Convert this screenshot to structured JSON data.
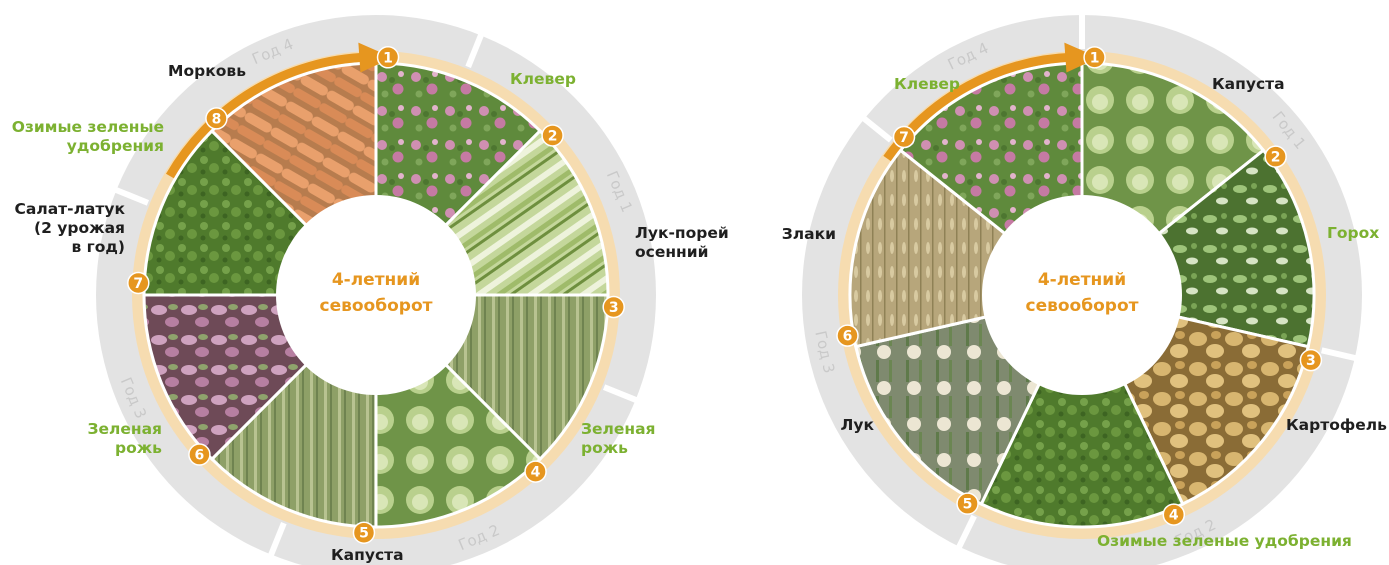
{
  "colors": {
    "accent_orange": "#e6961f",
    "green_crop": "#7cb131",
    "dark_crop": "#1f1f1f",
    "year_ring": "#e3e3e3",
    "inner_ring": "#f6dcb0",
    "year_text": "#c9c9c9"
  },
  "left": {
    "center_title": [
      "4-летний",
      "севооборот"
    ],
    "years": [
      "Год 1",
      "Год 2",
      "Год 3",
      "Год 4"
    ],
    "crops": [
      {
        "num": "1",
        "lines": [
          "Клевер"
        ],
        "tone": "green",
        "photo": "clover"
      },
      {
        "num": "2",
        "lines": [
          "Лук-порей",
          "осенний"
        ],
        "tone": "dark",
        "photo": "leek"
      },
      {
        "num": "3",
        "lines": [
          "Зеленая",
          "рожь"
        ],
        "tone": "green",
        "photo": "rye"
      },
      {
        "num": "4",
        "lines": [
          "Капуста"
        ],
        "tone": "dark",
        "photo": "cabbage"
      },
      {
        "num": "5",
        "lines": [
          "Зеленая",
          "рожь"
        ],
        "tone": "green",
        "photo": "rye"
      },
      {
        "num": "6",
        "lines": [
          "Салат-латук",
          "(2 урожая",
          "в год)"
        ],
        "tone": "dark",
        "photo": "lettuce"
      },
      {
        "num": "7",
        "lines": [
          "Озимые зеленые",
          "удобрения"
        ],
        "tone": "green",
        "photo": "green-manure"
      },
      {
        "num": "8",
        "lines": [
          "Морковь"
        ],
        "tone": "dark",
        "photo": "carrot"
      }
    ]
  },
  "right": {
    "center_title": [
      "4-летний",
      "севооборот"
    ],
    "years": [
      "Год 1",
      "Год 2",
      "Год 3",
      "Год 4"
    ],
    "crops": [
      {
        "num": "1",
        "lines": [
          "Капуста"
        ],
        "tone": "dark",
        "photo": "cabbage"
      },
      {
        "num": "2",
        "lines": [
          "Горох"
        ],
        "tone": "green",
        "photo": "pea"
      },
      {
        "num": "3",
        "lines": [
          "Картофель"
        ],
        "tone": "dark",
        "photo": "potato"
      },
      {
        "num": "4",
        "lines": [
          "Озимые зеленые удобрения"
        ],
        "tone": "green",
        "photo": "green-manure"
      },
      {
        "num": "5",
        "lines": [
          "Лук"
        ],
        "tone": "dark",
        "photo": "onion"
      },
      {
        "num": "6",
        "lines": [
          "Злаки"
        ],
        "tone": "dark",
        "photo": "grain"
      },
      {
        "num": "7",
        "lines": [
          "Клевер"
        ],
        "tone": "green",
        "photo": "clover"
      }
    ]
  }
}
